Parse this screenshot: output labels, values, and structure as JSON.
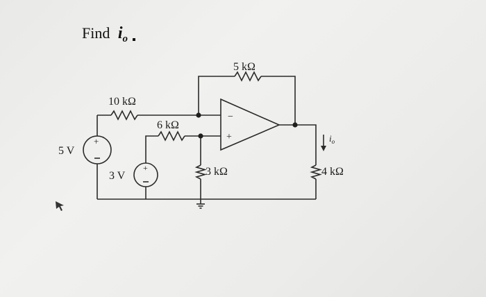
{
  "problem": {
    "prompt": "Find",
    "variable_symbol": "i",
    "variable_subscript": "o"
  },
  "components": {
    "r_feedback": "5 kΩ",
    "r_input": "10 kΩ",
    "r_plus": "6 kΩ",
    "r_ground": "3 kΩ",
    "r_load": "4 kΩ",
    "source_left": "5 V",
    "source_mid": "3 V",
    "plus_sign": "+",
    "minus_sign": "−",
    "current_label": "i",
    "current_subscript": "o"
  }
}
